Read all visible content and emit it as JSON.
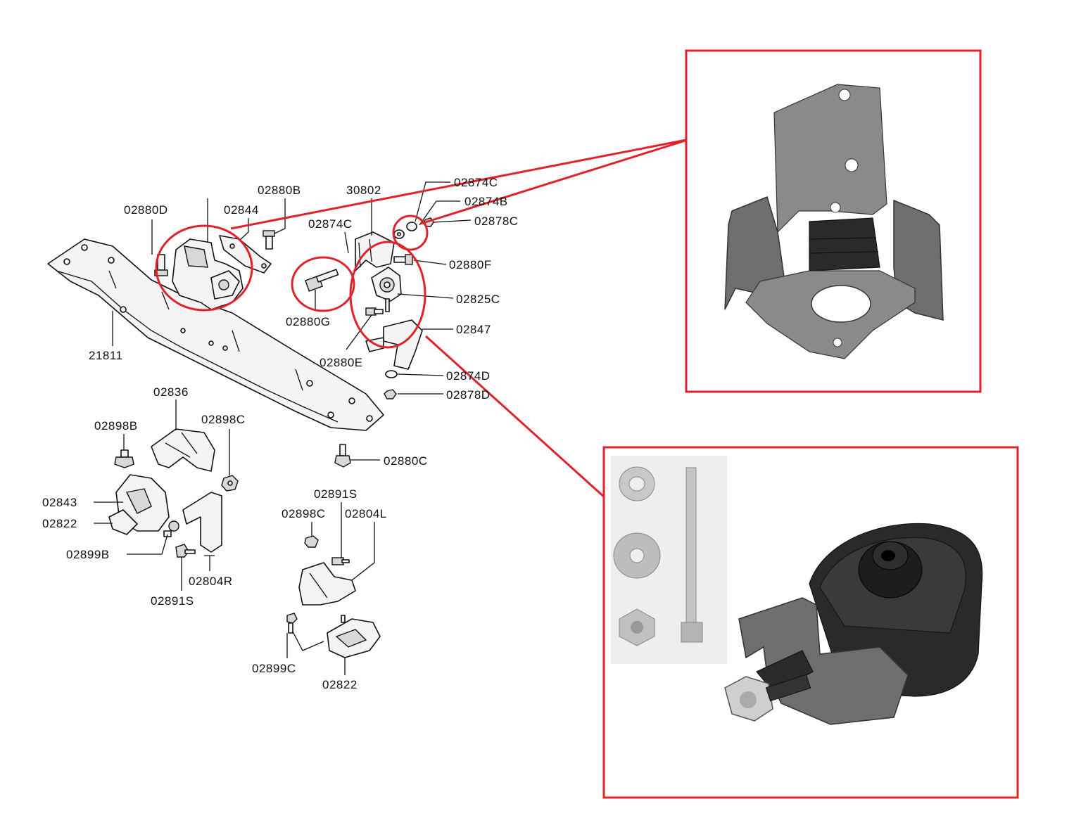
{
  "labels": {
    "l_02880D": "02880D",
    "l_02844": "02844",
    "l_02880B": "02880B",
    "l_30802": "30802",
    "l_02874C_top": "02874C",
    "l_02874B": "02874B",
    "l_02874C_mid": "02874C",
    "l_02878C": "02878C",
    "l_02880F": "02880F",
    "l_02825C": "02825C",
    "l_02880G": "02880G",
    "l_02847": "02847",
    "l_02880E": "02880E",
    "l_21811": "21811",
    "l_02874D": "02874D",
    "l_02878D": "02878D",
    "l_02836": "02836",
    "l_02898B": "02898B",
    "l_02898C_left": "02898C",
    "l_02880C": "02880C",
    "l_02843": "02843",
    "l_02822_left": "02822",
    "l_02891S_mid": "02891S",
    "l_02898C_mid": "02898C",
    "l_02804L": "02804L",
    "l_02899B": "02899B",
    "l_02804R": "02804R",
    "l_02891S_left": "02891S",
    "l_02899C": "02899C",
    "l_02822_bottom": "02822"
  },
  "colors": {
    "highlight": "#e0232b",
    "line_art": "#111111",
    "metal": "#6e6e6e",
    "rubber": "#2a2a2a"
  },
  "photos": {
    "top_right": "bracket-mount-photo",
    "bottom_right": "rubber-mount-with-bolt-photo"
  }
}
